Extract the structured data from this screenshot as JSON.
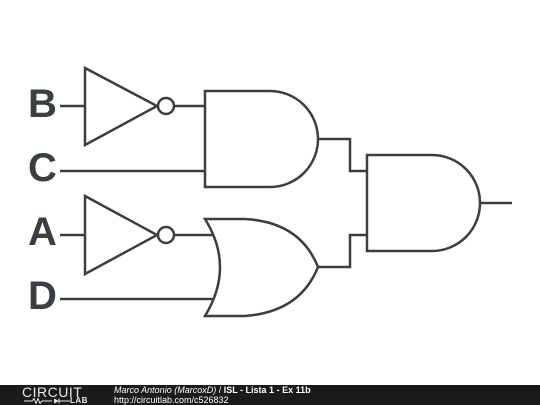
{
  "circuit": {
    "inputs": {
      "b": "B",
      "c": "C",
      "a": "A",
      "d": "D"
    }
  },
  "footer": {
    "logo_top": "CIRCUIT",
    "logo_bottom": "LAB",
    "author": "Marco Antonio (MarcoxD)",
    "separator": " / ",
    "title": "ISL - Lista 1 - Ex 11b",
    "url": "http://circuitlab.com/c526832"
  }
}
